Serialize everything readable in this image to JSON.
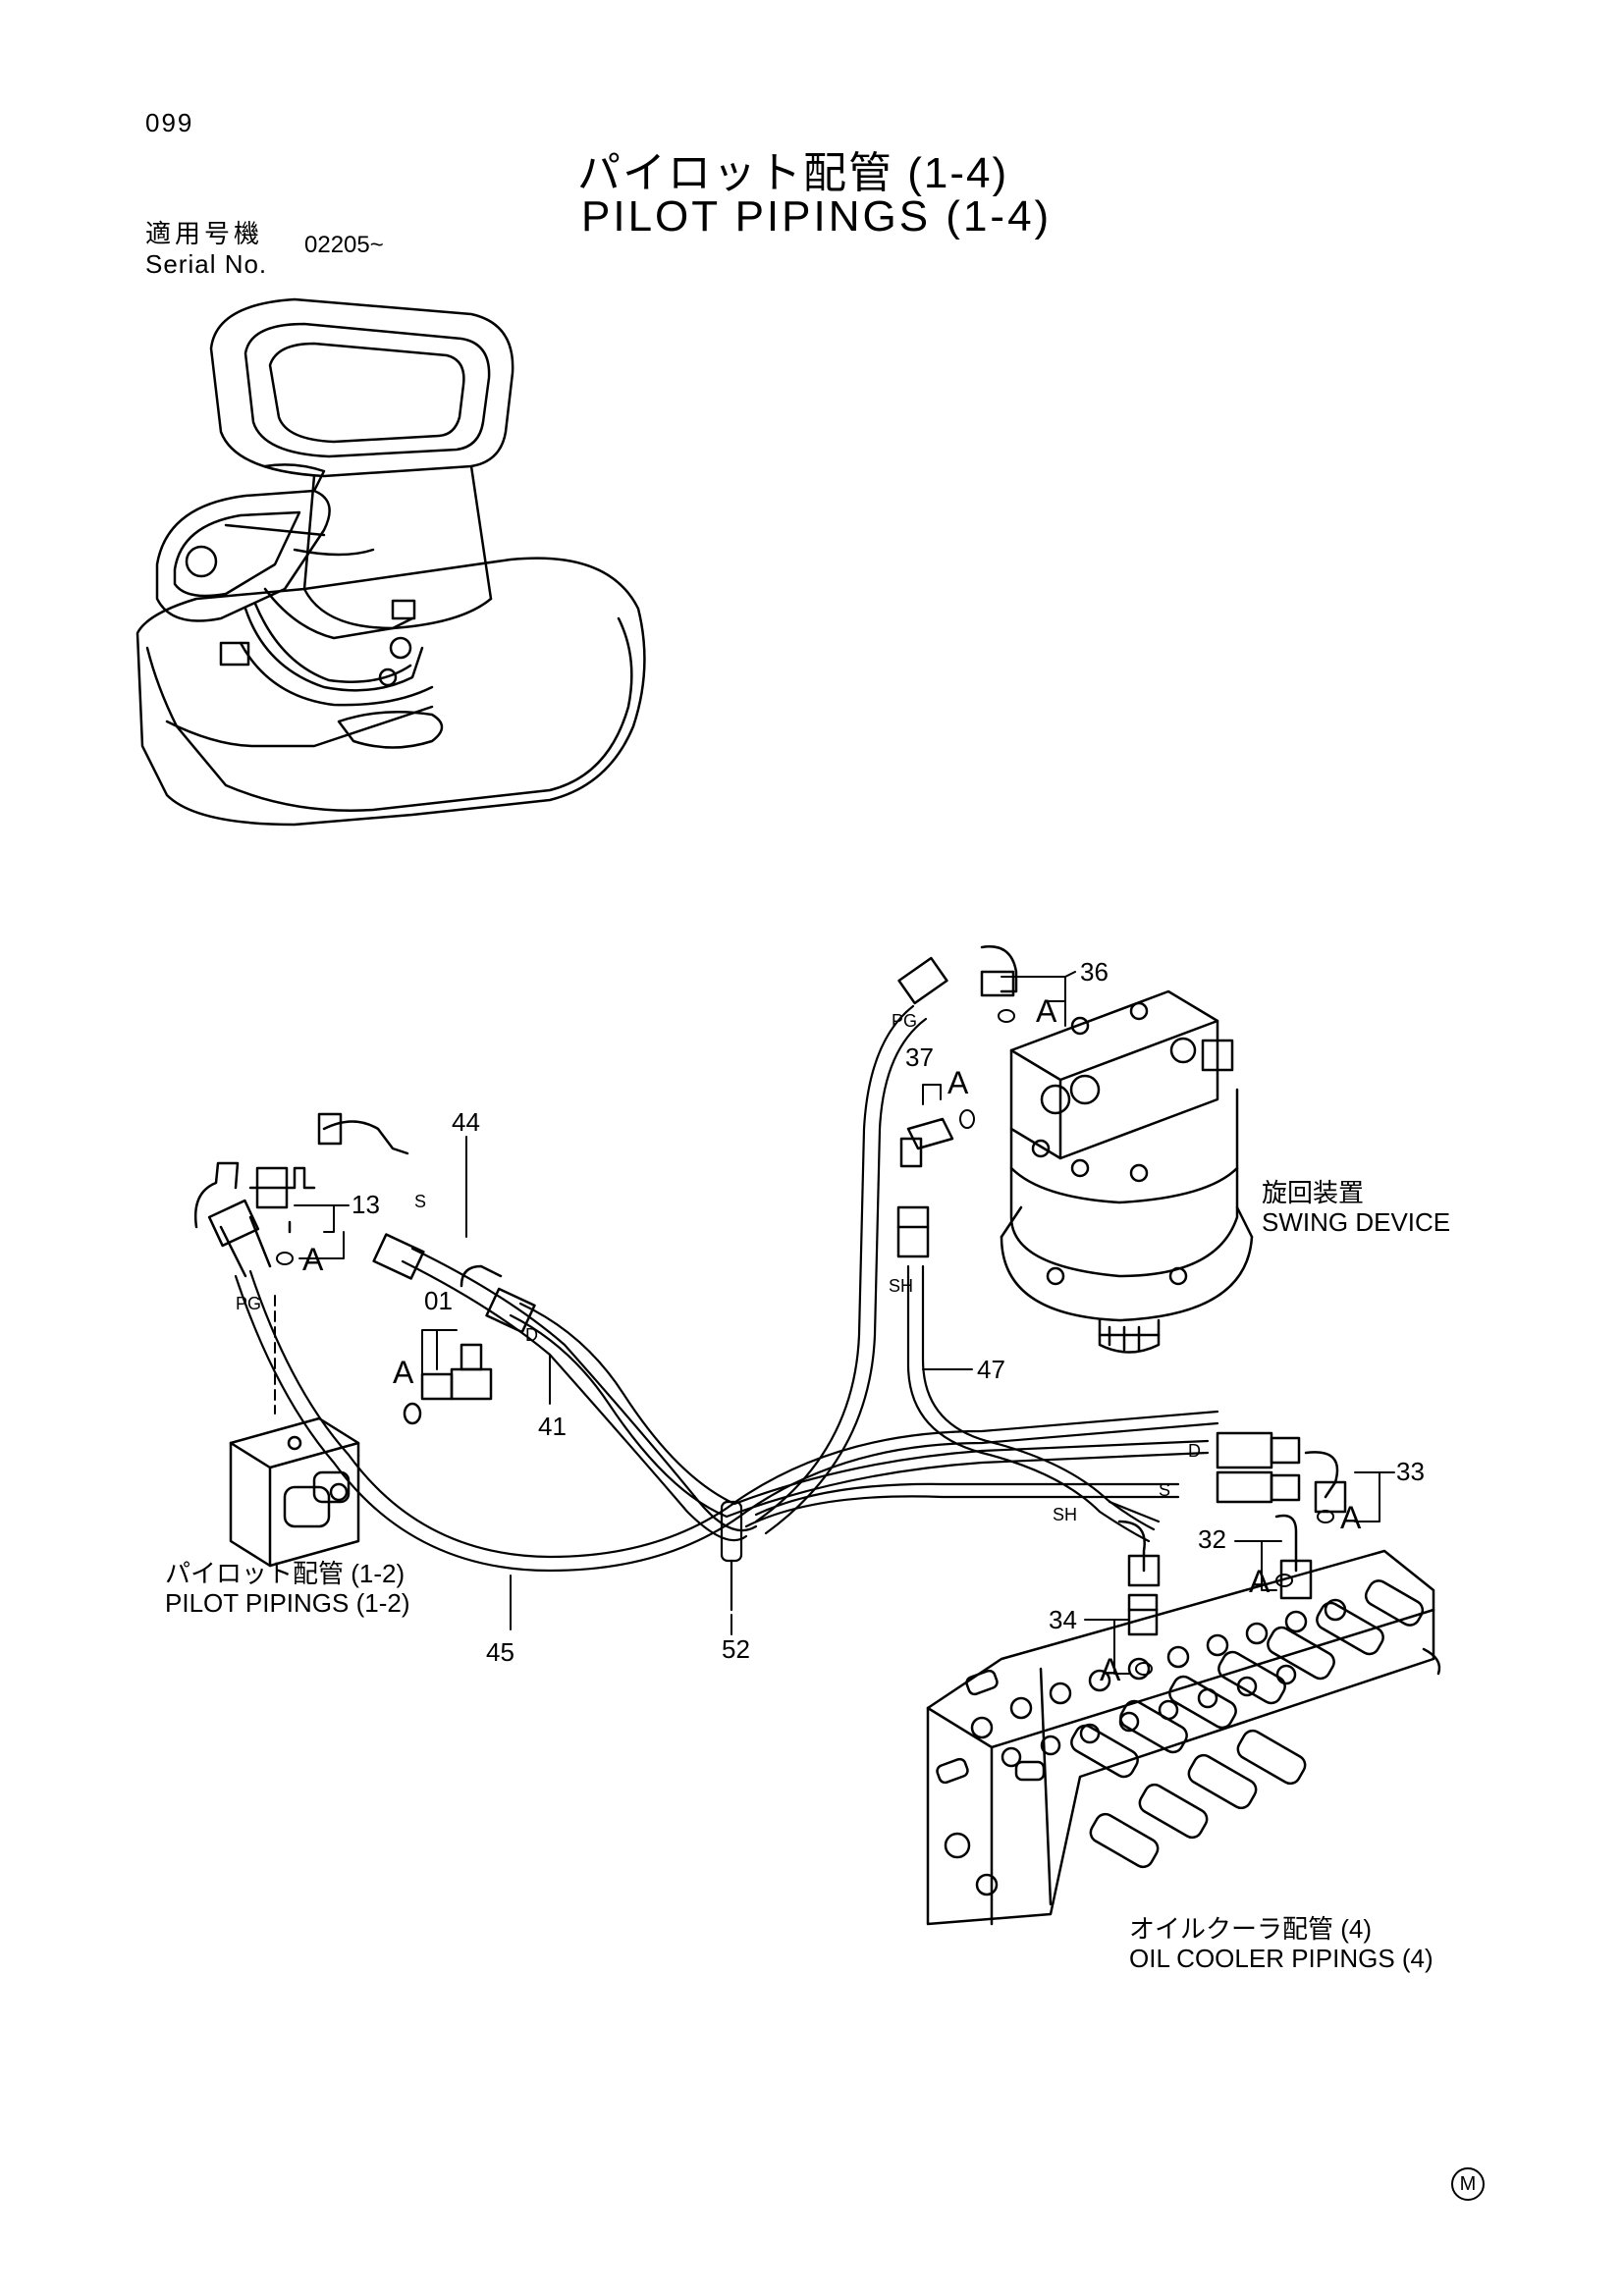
{
  "page": {
    "number": "099",
    "title_jp": "パイロット配管 (1-4)",
    "title_en": "PILOT PIPINGS (1-4)"
  },
  "serial": {
    "label_jp": "適用号機",
    "label_en": "Serial No.",
    "value": "02205~"
  },
  "components": {
    "swing_device": {
      "jp": "旋回装置",
      "en": "SWING DEVICE"
    },
    "pilot_pipings_12": {
      "jp": "パイロット配管 (1-2)",
      "en": "PILOT PIPINGS (1-2)"
    },
    "oil_cooler_pipings": {
      "jp": "オイルクーラ配管 (4)",
      "en": "OIL COOLER PIPINGS (4)"
    }
  },
  "callouts": {
    "c36": "36",
    "c37": "37",
    "c44": "44",
    "c13": "13",
    "c01": "01",
    "c41": "41",
    "c47": "47",
    "c33": "33",
    "c32": "32",
    "c34": "34",
    "c45": "45",
    "c52": "52"
  },
  "port_letters": {
    "pg_top": "PG",
    "pg_left": "PG",
    "sh_top": "SH",
    "sh_right": "SH",
    "s_left": "S",
    "s_right": "S",
    "d_left": "D",
    "d_right": "D"
  },
  "section_mark": "A",
  "maker_mark": "M"
}
